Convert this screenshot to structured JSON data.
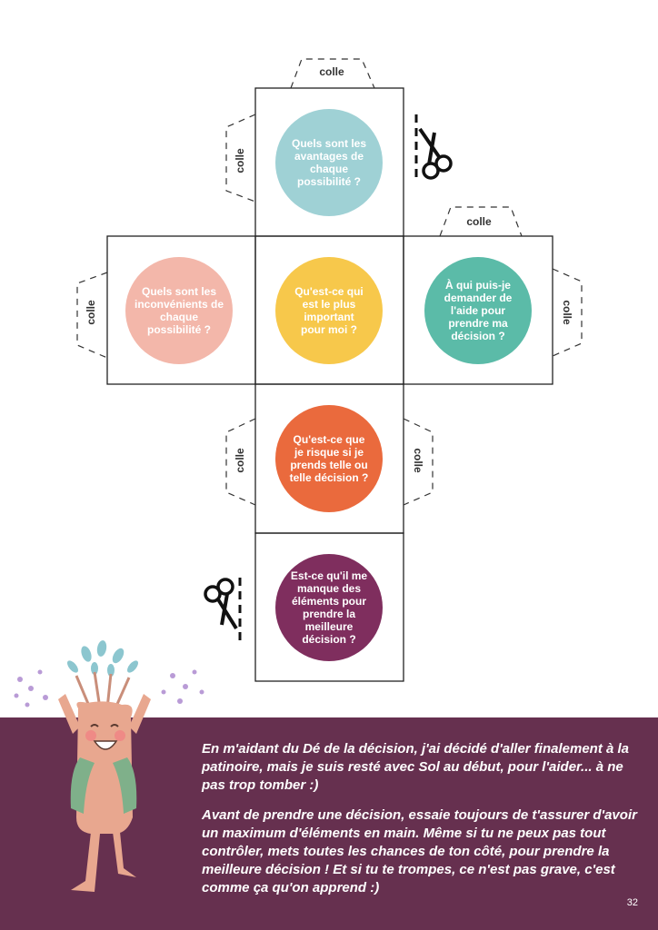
{
  "glue_label": "colle",
  "faces": [
    {
      "text": "Quels sont les\navantages de\nchaque\npossibilité ?",
      "color": "#9fd1d5"
    },
    {
      "text": "Quels sont les\ninconvénients de\nchaque\npossibilité ?",
      "color": "#f3b7aa"
    },
    {
      "text": "Qu'est-ce qui\nest le plus\nimportant\npour moi ?",
      "color": "#f7c84b"
    },
    {
      "text": "À qui puis-je\ndemander de\nl'aide pour\nprendre ma\ndécision ?",
      "color": "#5bbba8"
    },
    {
      "text": "Qu'est-ce que\nje risque si je\nprends telle ou\ntelle décision ?",
      "color": "#ea6a3d"
    },
    {
      "text": "Est-ce qu'il me\nmanque des\néléments pour\nprendre la\nmeilleure\ndécision ?",
      "color": "#7f2e5e"
    }
  ],
  "story": {
    "paragraph1": "En m'aidant du Dé de la décision, j'ai décidé d'aller finalement à la patinoire, mais je suis resté avec Sol au début, pour l'aider... à ne pas trop tomber :)",
    "paragraph2": "Avant de prendre une décision, essaie toujours de t'assurer d'avoir un maximum d'éléments en main. Même si tu ne peux pas tout contrôler, mets toutes les chances de ton côté, pour prendre la meilleure décision ! Et si tu te trompes, ce n'est pas grave, c'est comme ça qu'on apprend :)"
  },
  "page_number": "32",
  "icons": [
    "scissors-icon",
    "scissors-icon",
    "tree-character-illustration"
  ]
}
